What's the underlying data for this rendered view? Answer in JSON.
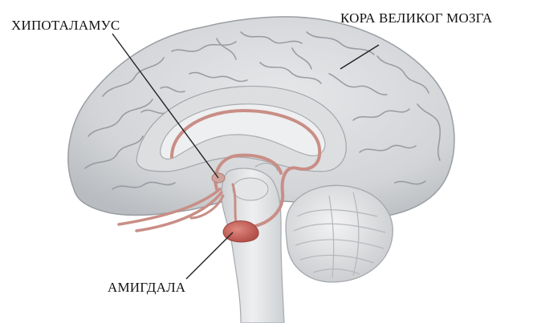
{
  "labels": {
    "hypothalamus": "ХИПОТАЛАМУС",
    "cortex": "КОРА ВЕЛИКОГ МОЗГА",
    "amygdala": "АМИГДАЛА"
  },
  "colors": {
    "cortex_fill": "#d6d8db",
    "cortex_gyri_line": "#8f9398",
    "limbic": "#c98e86",
    "amygdala": "#c7615a",
    "brainstem": "#e2e3e5",
    "cerebellum": "#e8e9ea",
    "leader_line": "#222222"
  },
  "icons": [
    "brain-illustration"
  ]
}
